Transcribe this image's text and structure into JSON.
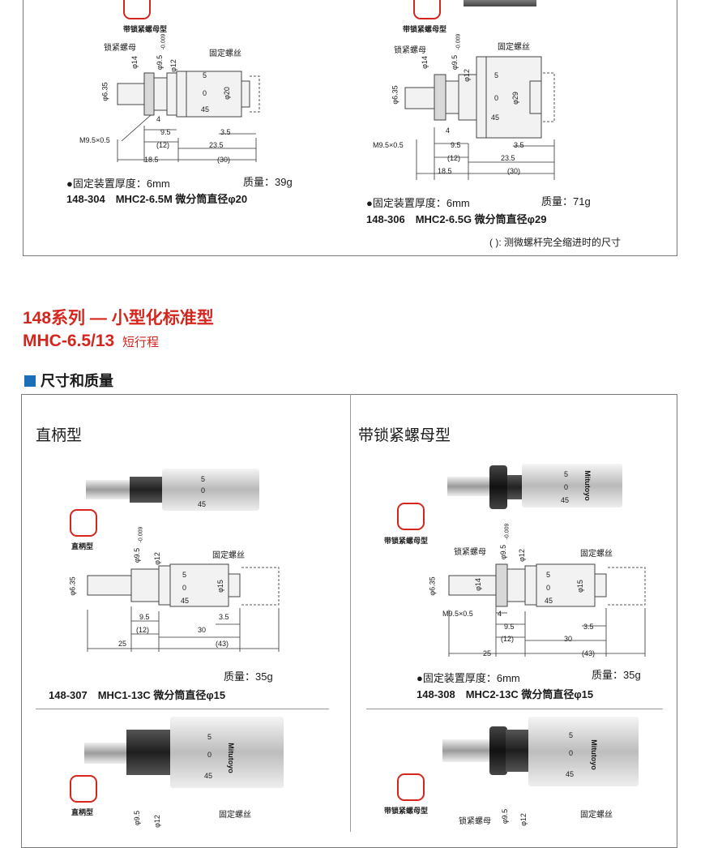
{
  "top_left": {
    "badge_label": "带锁紧螺母型",
    "lock_nut": "锁紧螺母",
    "fixed_screw": "固定螺丝",
    "dims": {
      "d14": "φ14",
      "d95": "φ9.5",
      "tol": "-0.009",
      "d12": "φ12",
      "d635": "φ6.35",
      "d20": "φ20",
      "thread": "M9.5×0.5",
      "v4": "4",
      "v95": "9.5",
      "v12": "(12)",
      "v35": "3.5",
      "v185": "18.5",
      "v235": "23.5",
      "v30": "(30)"
    },
    "scale_marks": [
      "5",
      "0",
      "45"
    ],
    "thickness": "●固定装置厚度：6mm",
    "weight": "质量：39g",
    "model_line": "148-304　MHC2-6.5M 微分筒直径φ20"
  },
  "top_right": {
    "badge_label": "带锁紧螺母型",
    "lock_nut": "锁紧螺母",
    "fixed_screw": "固定螺丝",
    "dims": {
      "d14": "φ14",
      "d95": "φ9.5",
      "tol": "-0.009",
      "d12": "φ12",
      "d635": "φ6.35",
      "d29": "φ29",
      "thread": "M9.5×0.5",
      "v4": "4",
      "v95": "9.5",
      "v12": "(12)",
      "v35": "3.5",
      "v185": "18.5",
      "v235": "23.5",
      "v30": "(30)"
    },
    "scale_marks": [
      "5",
      "0",
      "45"
    ],
    "thickness": "●固定装置厚度：6mm",
    "weight": "质量：71g",
    "model_line": "148-306　MHC2-6.5G 微分筒直径φ29",
    "footnote": "( ): 测微螺杆完全缩进时的尺寸"
  },
  "series": {
    "title": "148系列 — 小型化标准型",
    "model": "MHC-6.5/13",
    "model_note": "短行程",
    "section": "尺寸和质量"
  },
  "panel_left": {
    "type_title": "直柄型",
    "badge_label": "直柄型",
    "fixed_screw": "固定螺丝",
    "photo_marks": [
      "5",
      "0",
      "45"
    ],
    "dims": {
      "d95": "φ9.5",
      "tol": "-0.009",
      "d12": "φ12",
      "d635": "φ6.35",
      "d15": "φ15",
      "v95": "9.5",
      "v12": "(12)",
      "v35": "3.5",
      "v30": "30",
      "v25": "25",
      "v43": "(43)"
    },
    "scale_marks": [
      "5",
      "0",
      "45"
    ],
    "weight": "质量：35g",
    "model_line": "148-307　MHC1-13C 微分筒直径φ15",
    "second_badge_label": "直柄型",
    "second_fixed_screw": "固定螺丝",
    "second_photo_marks": [
      "5",
      "0",
      "45"
    ],
    "second_brand": "Mitutoyo",
    "second_d95": "φ9.5",
    "second_d12": "φ12"
  },
  "panel_right": {
    "type_title": "带锁紧螺母型",
    "badge_label": "带锁紧螺母型",
    "lock_nut": "锁紧螺母",
    "fixed_screw": "固定螺丝",
    "brand": "Mitutoyo",
    "photo_marks": [
      "5",
      "0",
      "45"
    ],
    "dims": {
      "d95": "φ9.5",
      "tol": "-0.009",
      "d12": "φ12",
      "d14": "φ14",
      "d635": "φ6.35",
      "d15": "φ15",
      "thread": "M9.5×0.5",
      "v4": "4",
      "v95": "9.5",
      "v12": "(12)",
      "v35": "3.5",
      "v30": "30",
      "v25": "25",
      "v43": "(43)"
    },
    "scale_marks": [
      "5",
      "0",
      "45"
    ],
    "thickness": "●固定装置厚度：6mm",
    "weight": "质量：35g",
    "model_line": "148-308　MHC2-13C 微分筒直径φ15",
    "second_badge_label": "带锁紧螺母型",
    "second_lock_nut": "锁紧螺母",
    "second_fixed_screw": "固定螺丝",
    "second_brand": "Mitutoyo",
    "second_photo_marks": [
      "5",
      "0",
      "45"
    ],
    "second_d95": "φ9.5",
    "second_d12": "φ12"
  }
}
